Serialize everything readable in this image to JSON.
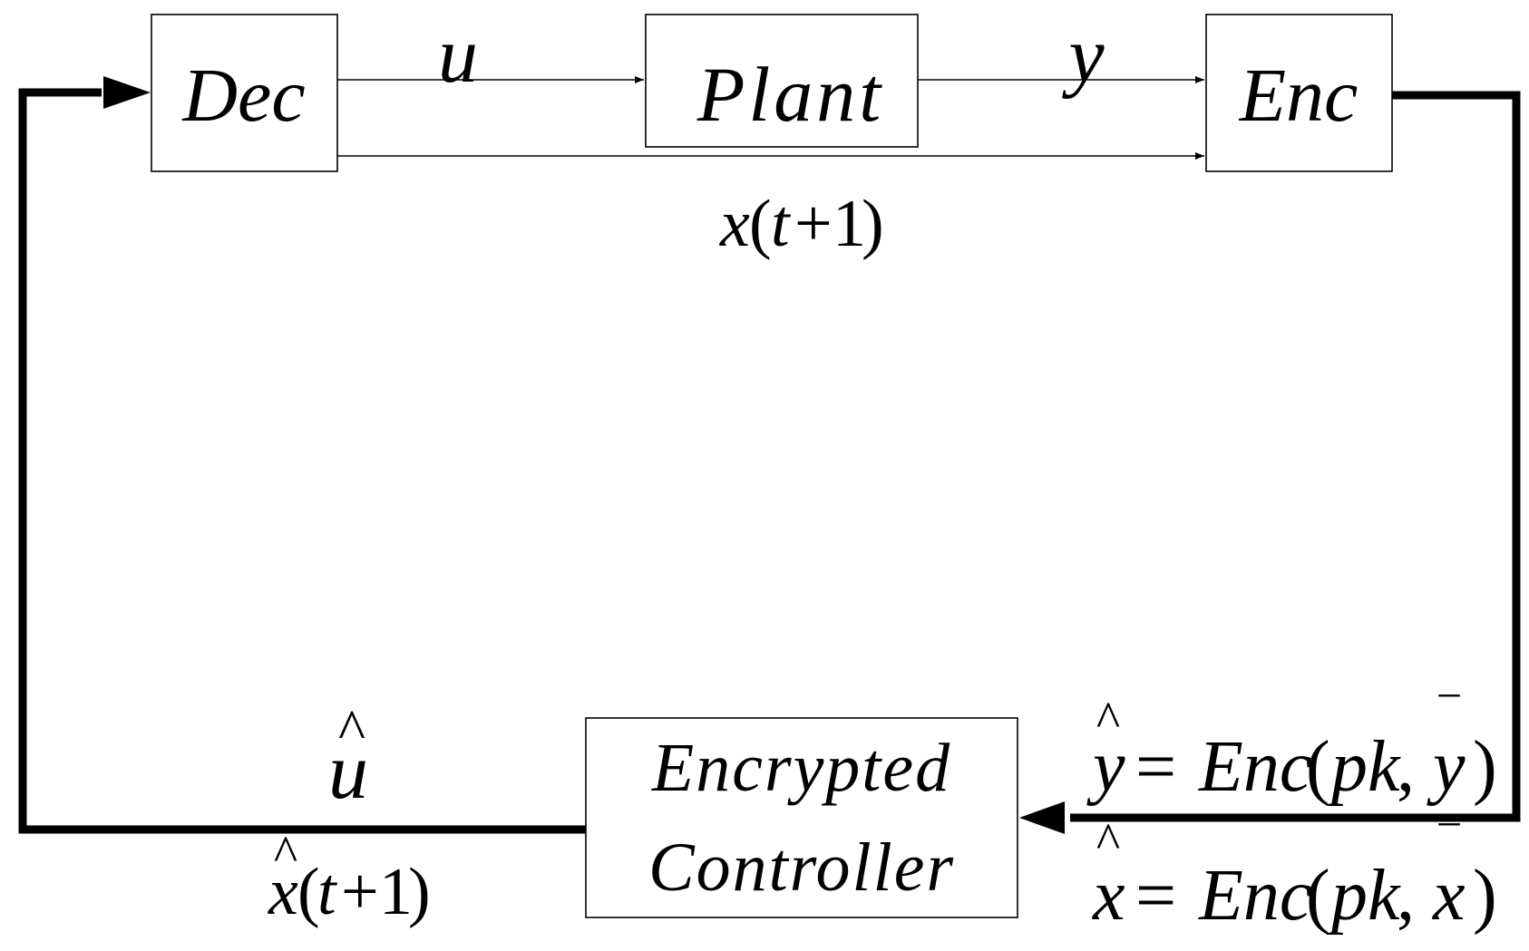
{
  "blocks": {
    "dec": {
      "label": "Dec"
    },
    "plant": {
      "label": "Plant"
    },
    "enc": {
      "label": "Enc"
    },
    "controller": {
      "line1": "Encrypted",
      "line2": "Controller"
    }
  },
  "signals": {
    "u": "u",
    "y": "y",
    "x_next": {
      "var": "x",
      "arg_open": "(",
      "t": "t",
      "plus": "+",
      "one": "1",
      "arg_close": ")"
    },
    "u_hat": {
      "hat": "^",
      "var": "u"
    },
    "x_hat_next": {
      "hat": "^",
      "var": "x",
      "arg_open": "(",
      "t": "t",
      "plus": "+",
      "one": "1",
      "arg_close": ")"
    },
    "y_hat_eq": {
      "hat": "^",
      "lhs": "y",
      "eq": "=",
      "func": "Enc",
      "open": "(",
      "pk": "pk",
      "comma": ",",
      "arg": "y",
      "bar": "‾",
      "close": ")"
    },
    "x_hat_eq": {
      "hat": "^",
      "lhs": "x",
      "eq": "=",
      "func": "Enc",
      "open": "(",
      "pk": "pk",
      "comma": ",",
      "arg": "x",
      "bar": "‾",
      "close": ")"
    }
  },
  "colors": {
    "stroke": "#000000",
    "background": "#ffffff"
  }
}
